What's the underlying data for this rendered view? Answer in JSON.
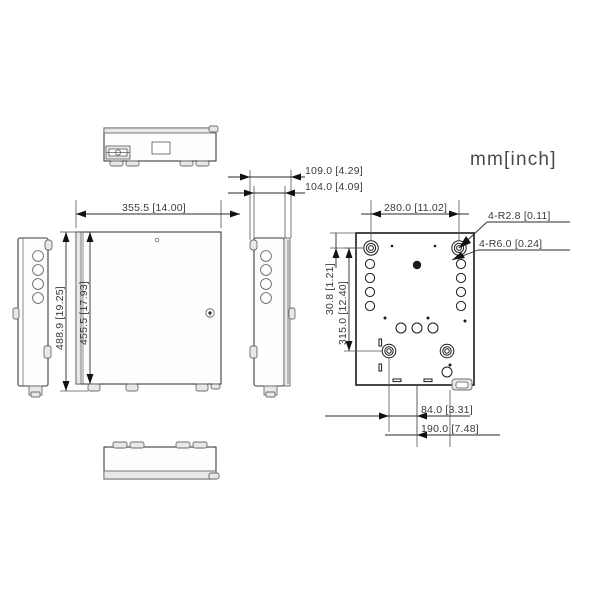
{
  "drawing": {
    "units_label": "mm[inch]",
    "background_color": "#ffffff",
    "line_color": "#3c3c3c",
    "text_color": "#3a3a3a"
  },
  "dimensions": {
    "top_width": "355.5  [14.00]",
    "depth_outer": "109.0  [4.29]",
    "depth_inner": "104.0  [4.09]",
    "height_outer": "488.9  [19.25]",
    "height_inner": "455.5  [17.93]",
    "rear_width": "280.0  [11.02]",
    "rear_top_offset": "30.8  [1.21]",
    "rear_hole_span": "315.0  [12.40]",
    "bottom_small": "84.0  [3.31]",
    "bottom_large": "190.0  [7.48]"
  },
  "callouts": {
    "radius_small": "4-R2.8  [0.11]",
    "radius_large": "4-R6.0  [0.24]"
  },
  "views": {
    "top": "top-view",
    "left_side": "left-side-view",
    "front": "front-view",
    "right_side": "right-side-view",
    "rear": "rear-view",
    "bottom": "bottom-view"
  }
}
